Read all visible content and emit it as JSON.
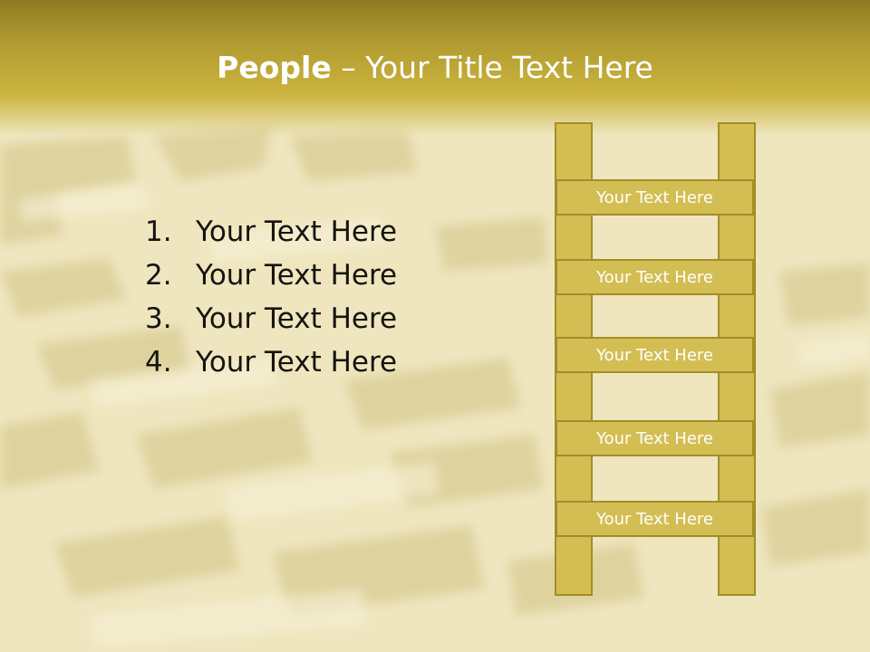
{
  "title": {
    "bold": "People",
    "rest": " – Your Title Text Here"
  },
  "list": {
    "items": [
      {
        "num": "1.",
        "text": "Your Text Here"
      },
      {
        "num": "2.",
        "text": "Your Text Here"
      },
      {
        "num": "3.",
        "text": "Your Text Here"
      },
      {
        "num": "4.",
        "text": "Your Text Here"
      }
    ]
  },
  "ladder": {
    "rungs": [
      {
        "label": "Your Text Here"
      },
      {
        "label": "Your Text Here"
      },
      {
        "label": "Your Text Here"
      },
      {
        "label": "Your Text Here"
      },
      {
        "label": "Your Text Here"
      }
    ]
  },
  "colors": {
    "title_bar": "#b09a30",
    "ladder_fill": "#d3be53",
    "ladder_border": "#a38d27",
    "background": "#eee5bd"
  }
}
